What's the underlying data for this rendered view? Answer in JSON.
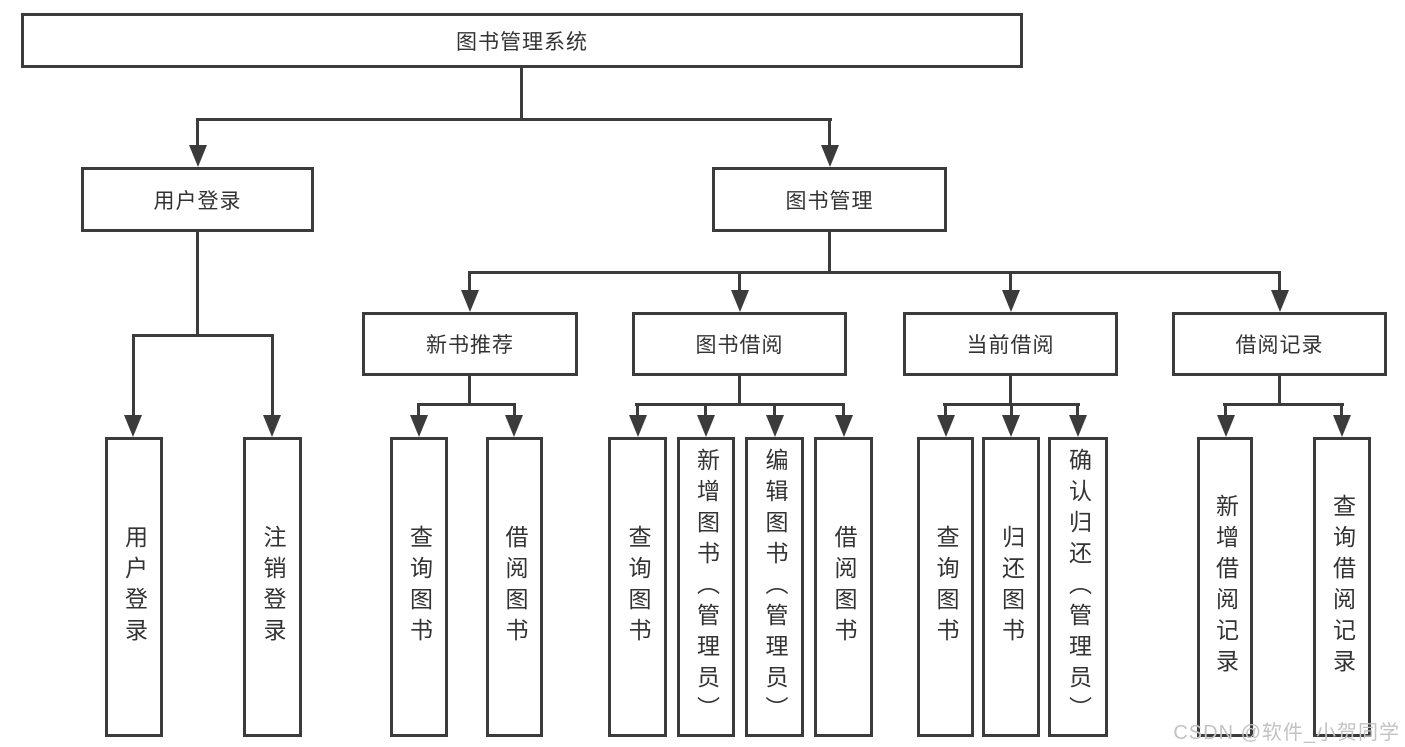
{
  "diagram": {
    "root_label": "图书管理系统",
    "branches": [
      {
        "label": "用户登录",
        "leaves": [
          "用户登录",
          "注销登录"
        ]
      },
      {
        "label": "图书管理",
        "groups": [
          {
            "label": "新书推荐",
            "leaves": [
              "查询图书",
              "借阅图书"
            ]
          },
          {
            "label": "图书借阅",
            "leaves": [
              "查询图书",
              "新增图书（管理员）",
              "编辑图书（管理员）",
              "借阅图书"
            ]
          },
          {
            "label": "当前借阅",
            "leaves": [
              "查询图书",
              "归还图书",
              "确认归还（管理员）"
            ]
          },
          {
            "label": "借阅记录",
            "leaves": [
              "新增借阅记录",
              "查询借阅记录"
            ]
          }
        ]
      }
    ]
  },
  "watermark": {
    "text": "CSDN @软件_小贺同学"
  },
  "colors": {
    "line": "#3b3b3b",
    "text": "#333333",
    "watermark": "#c3c3c3",
    "background": "#ffffff"
  }
}
